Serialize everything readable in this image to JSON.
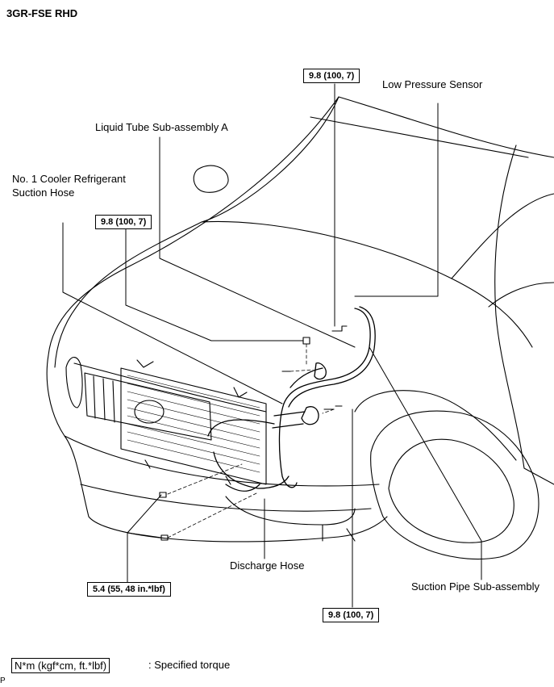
{
  "title": "3GR-FSE RHD",
  "labels": {
    "low_pressure_sensor": "Low Pressure Sensor",
    "liquid_tube": "Liquid Tube Sub-assembly A",
    "suction_hose_line1": "No. 1 Cooler Refrigerant",
    "suction_hose_line2": "Suction Hose",
    "discharge_hose": "Discharge Hose",
    "suction_pipe": "Suction Pipe Sub-assembly"
  },
  "torques": {
    "top": "9.8 (100, 7)",
    "left": "9.8 (100, 7)",
    "bottom_left": "5.4 (55, 48 in.*lbf)",
    "bottom_right": "9.8 (100, 7)"
  },
  "legend": {
    "box": "N*m (kgf*cm, ft.*lbf)",
    "text": ": Specified torque"
  },
  "corner_mark": "P"
}
